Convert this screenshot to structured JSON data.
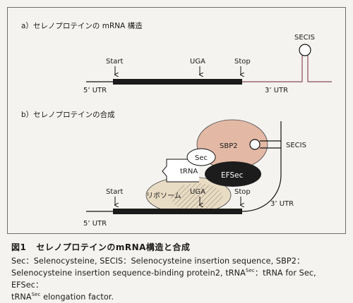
{
  "panel_a": {
    "title": "a）セレノプロテインの mRNA 構造",
    "start": "Start",
    "uga": "UGA",
    "stop": "Stop",
    "utr5": "5’ UTR",
    "utr3": "3’ UTR",
    "secis": "SECIS"
  },
  "panel_b": {
    "title": "b）セレノプロテインの合成",
    "sbp2": "SBP2",
    "secis": "SECIS",
    "sec": "Sec",
    "trna": "tRNA",
    "efsec": "EFSec",
    "ribosome": "リボソーム",
    "start": "Start",
    "uga": "UGA",
    "stop": "Stop",
    "utr5": "5’ UTR",
    "utr3": "3’ UTR"
  },
  "caption": {
    "fig_no": "図1",
    "fig_title": "セレノプロテインのmRNA構造と合成",
    "line1": "Sec：Selenocysteine, SECIS：Selenocysteine insertion sequence, SBP2：",
    "line2a": "Selenocysteine insertion sequence-binding protein2, tRNA",
    "line2_sup": "Sec",
    "line2b": "：tRNA for Sec, EFSec：",
    "line3a": "tRNA",
    "line3_sup": "Sec",
    "line3b": " elongation factor."
  },
  "colors": {
    "line": "#111111",
    "utr_3": "#8a4a5a",
    "sbp2_fill": "#e3b9a6",
    "ribosome_fill": "#e9dcc4",
    "efsec_fill": "#1c1c1c"
  }
}
